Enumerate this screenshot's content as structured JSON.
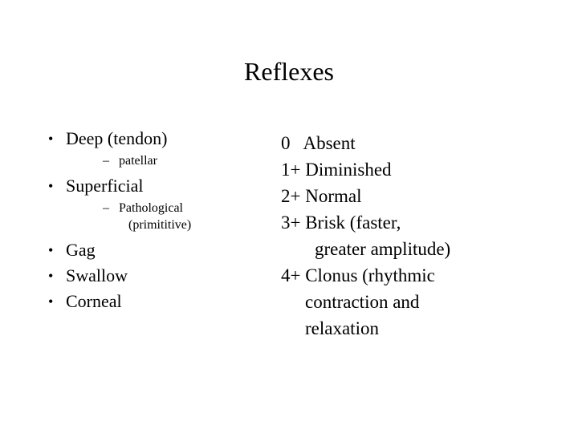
{
  "slide": {
    "title": "Reflexes",
    "left_column": {
      "items": [
        {
          "bullet": "•",
          "label": "Deep (tendon)",
          "sub": [
            {
              "dash": "–",
              "label": "patellar"
            }
          ]
        },
        {
          "bullet": "•",
          "label": "Superficial",
          "sub": [
            {
              "dash": "–",
              "label": "Pathological",
              "label2": "(primititive)"
            }
          ]
        },
        {
          "bullet": "•",
          "label": "Gag",
          "sub": []
        },
        {
          "bullet": "•",
          "label": "Swallow",
          "sub": []
        },
        {
          "bullet": "•",
          "label": "Corneal",
          "sub": []
        }
      ]
    },
    "right_column": {
      "lines": [
        {
          "text": "0   Absent",
          "indent": "none"
        },
        {
          "text": "1+ Diminished",
          "indent": "none"
        },
        {
          "text": "2+ Normal",
          "indent": "none"
        },
        {
          "text": "3+ Brisk (faster,",
          "indent": "none"
        },
        {
          "text": "greater amplitude)",
          "indent": "indent-1"
        },
        {
          "text": "4+ Clonus (rhythmic",
          "indent": "none"
        },
        {
          "text": "contraction and",
          "indent": "indent-2"
        },
        {
          "text": "relaxation",
          "indent": "indent-2"
        }
      ]
    }
  }
}
